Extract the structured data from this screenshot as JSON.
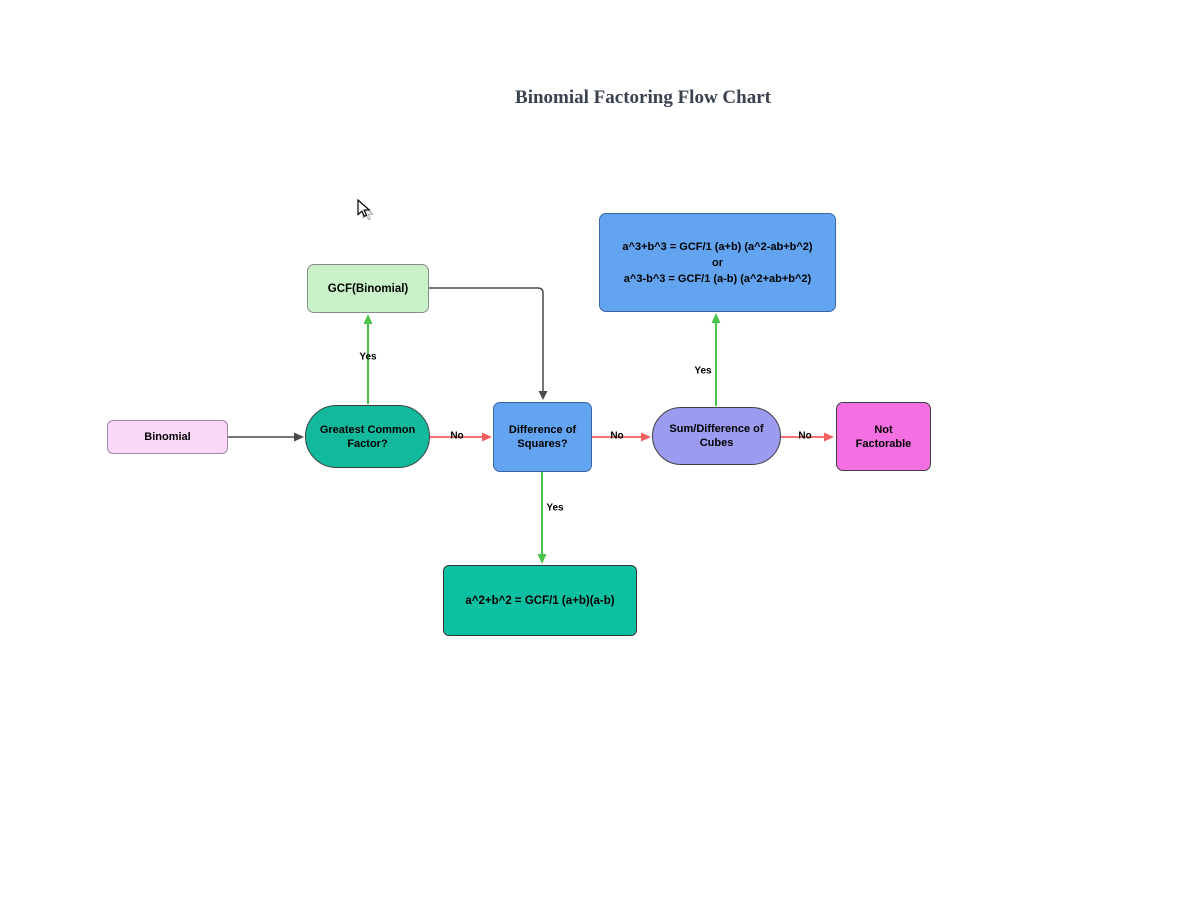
{
  "title": "Binomial Factoring Flow Chart",
  "nodes": {
    "binomial": "Binomial",
    "gcf_question": "Greatest Common Factor?",
    "gcf_result": "GCF(Binomial)",
    "squares_question": "Difference of Squares?",
    "cubes_question": "Sum/Difference of Cubes",
    "not_factorable": "Not Factorable",
    "cubes_result_line1": "a^3+b^3 = GCF/1 (a+b) (a^2-ab+b^2)",
    "cubes_result_line2": "or",
    "cubes_result_line3": "a^3-b^3 = GCF/1 (a-b) (a^2+ab+b^2)",
    "squares_result": "a^2+b^2 = GCF/1 (a+b)(a-b)"
  },
  "edge_labels": {
    "gcf_yes": "Yes",
    "gcf_no": "No",
    "squares_yes": "Yes",
    "squares_no": "No",
    "cubes_yes": "Yes",
    "cubes_no": "No"
  },
  "colors": {
    "start_node": "#fbd7f8",
    "gcf_question_node": "#12b99c",
    "gcf_result_node": "#c9f2c9",
    "squares_question_node": "#63a4f0",
    "cubes_question_node": "#9b9bf0",
    "not_factorable_node": "#f470e2",
    "cubes_result_node": "#63a4f0",
    "squares_result_node": "#0cc0a2",
    "yes_arrow": "#4bc34b",
    "no_arrow": "#f15f5f",
    "flow_arrow": "#4a4a4a",
    "title_text": "#39424e"
  }
}
